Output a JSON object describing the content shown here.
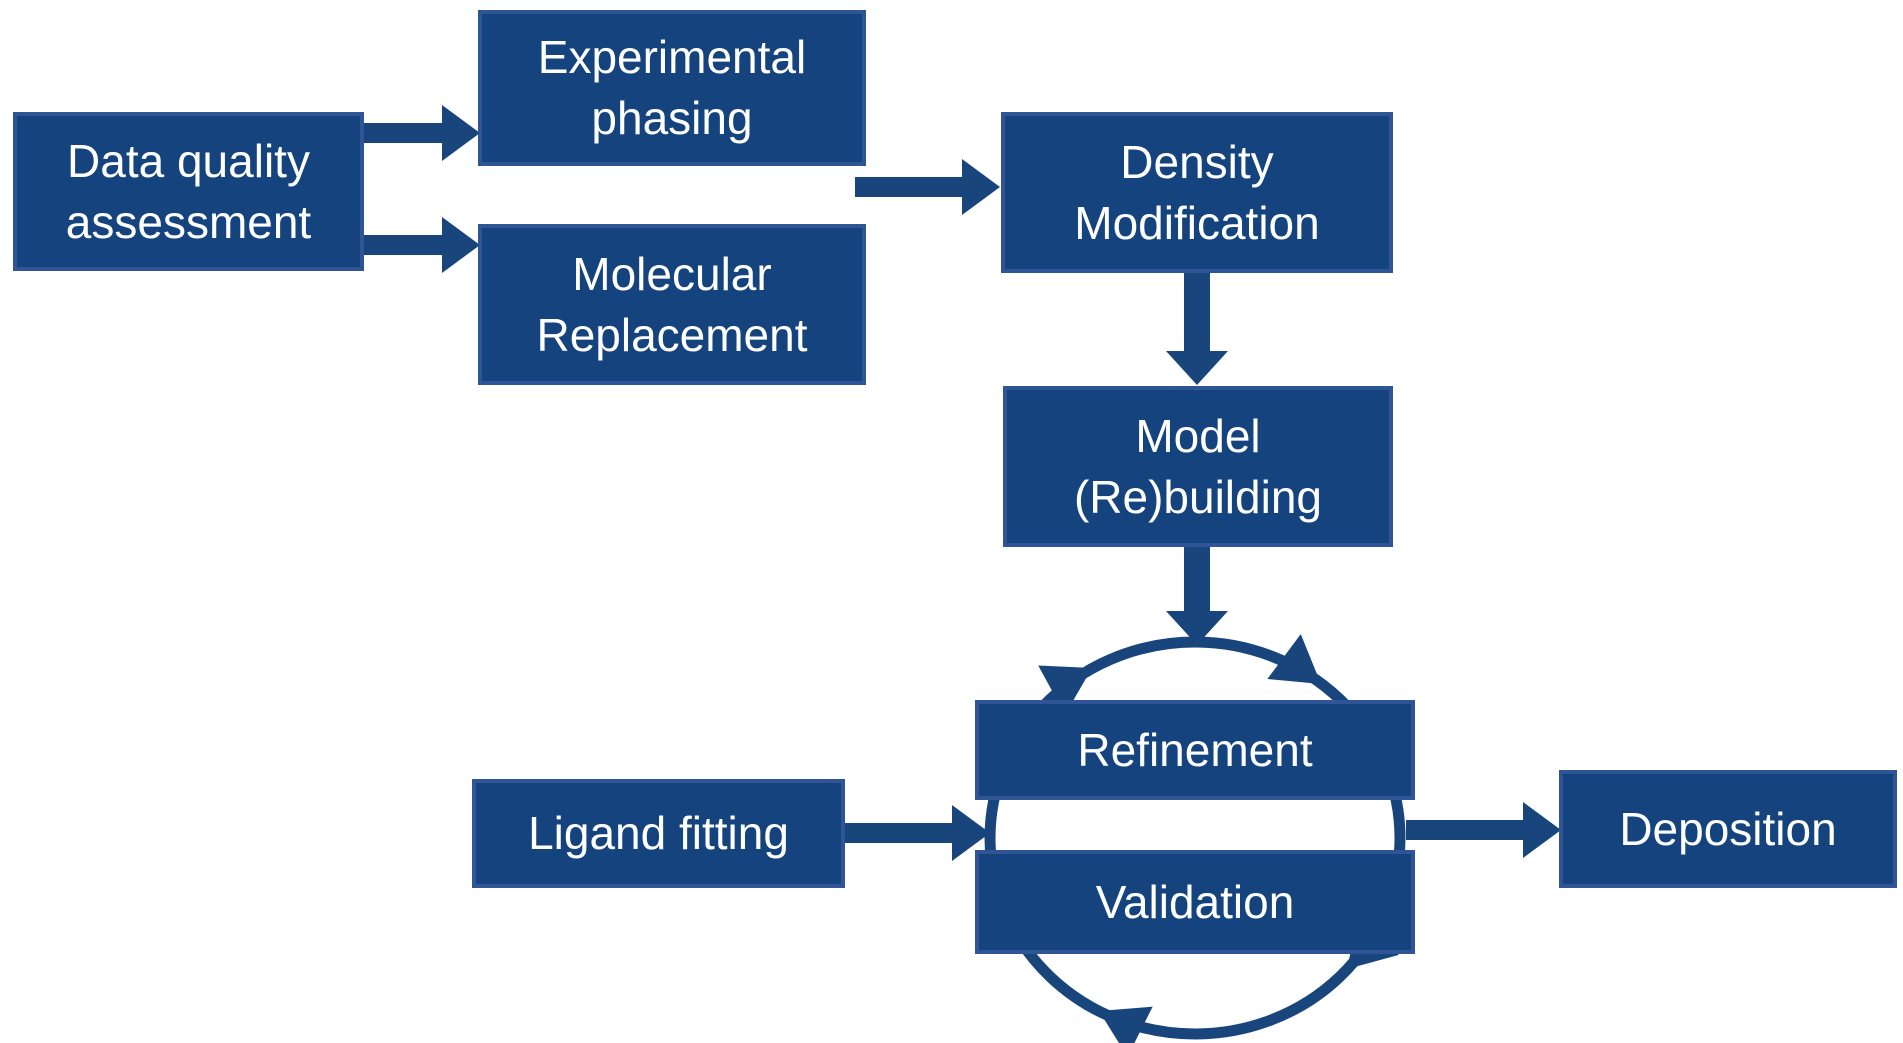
{
  "diagram": {
    "description": "Crystallographic structure solution workflow",
    "colors": {
      "box_fill": "#14437d",
      "box_border": "#2f5596",
      "arrow": "#17457c",
      "text": "#ffffff",
      "background": "#ffffff"
    },
    "nodes": [
      {
        "id": "data-quality",
        "label": "Data quality\nassessment"
      },
      {
        "id": "experimental-phasing",
        "label": "Experimental\nphasing"
      },
      {
        "id": "molecular-replacement",
        "label": "Molecular\nReplacement"
      },
      {
        "id": "density-modification",
        "label": "Density\nModification"
      },
      {
        "id": "model-rebuilding",
        "label": "Model\n(Re)building"
      },
      {
        "id": "refinement",
        "label": "Refinement"
      },
      {
        "id": "validation",
        "label": "Validation"
      },
      {
        "id": "ligand-fitting",
        "label": "Ligand fitting"
      },
      {
        "id": "deposition",
        "label": "Deposition"
      }
    ],
    "edges": [
      {
        "from": "data-quality",
        "to": "experimental-phasing"
      },
      {
        "from": "data-quality",
        "to": "molecular-replacement"
      },
      {
        "from": "phasing-or-replacement",
        "to": "density-modification"
      },
      {
        "from": "density-modification",
        "to": "model-rebuilding"
      },
      {
        "from": "model-rebuilding",
        "to": "refinement-validation-cycle"
      },
      {
        "from": "ligand-fitting",
        "to": "refinement-validation-cycle"
      },
      {
        "from": "refinement-validation-cycle",
        "to": "deposition"
      },
      {
        "from": "refinement",
        "to": "validation",
        "type": "clockwise-cycle"
      }
    ]
  }
}
